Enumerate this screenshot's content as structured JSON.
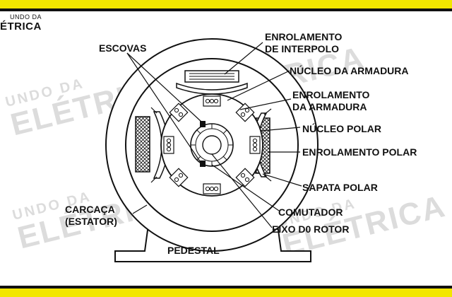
{
  "logo": {
    "line1": "UNDO DA",
    "line2": "ÉTRICA"
  },
  "watermark": {
    "top": "UNDO DA",
    "bottom": "ELÉTRICA"
  },
  "labels": {
    "escovas": "ESCOVAS",
    "enrolamento_interpolo_1": "ENROLAMENTO",
    "enrolamento_interpolo_2": "DE INTERPOLO",
    "nucleo_armadura": "NÚCLEO DA ARMADURA",
    "enrolamento_armadura_1": "ENROLAMENTO",
    "enrolamento_armadura_2": "DA ARMADURA",
    "nucleo_polar": "NÚCLEO POLAR",
    "enrolamento_polar": "ENROLAMENTO POLAR",
    "sapata_polar": "SAPATA POLAR",
    "comutador": "COMUTADOR",
    "eixo_rotor": "EIXO D0 ROTOR",
    "carcaca_1": "CARCAÇA",
    "carcaca_2": "(ESTATOR)",
    "pedestal": "PEDESTAL"
  },
  "colors": {
    "band": "#f2e600",
    "ink": "#111111",
    "watermark": "#dcdcdc"
  }
}
